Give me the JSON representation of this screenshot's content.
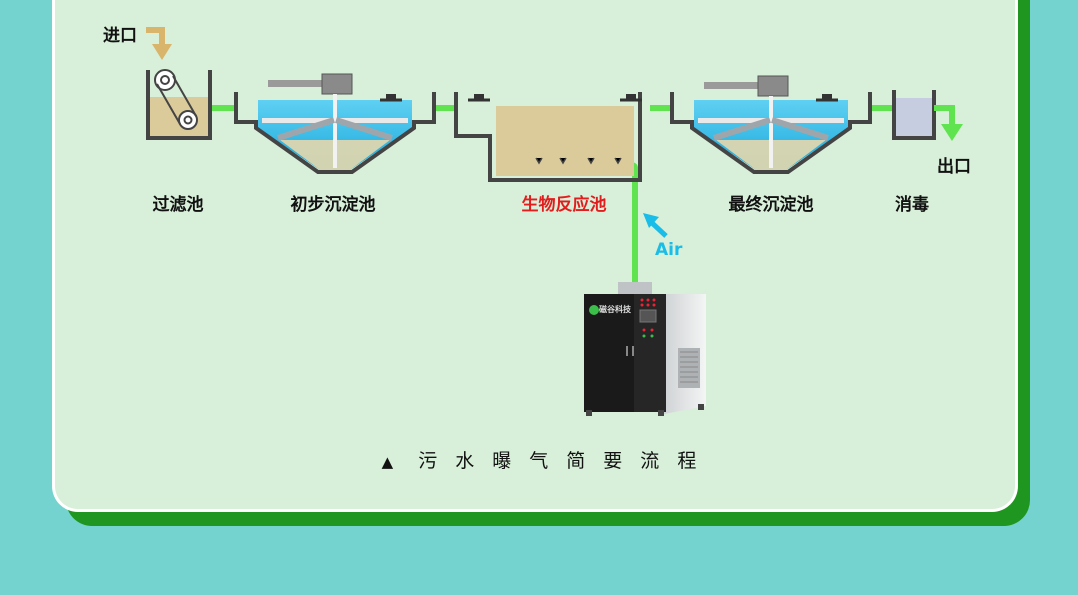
{
  "labels": {
    "inlet": "进口",
    "outlet": "出口",
    "filter_tank": "过滤池",
    "primary_sedimentation": "初步沉淀池",
    "bio_reactor": "生物反应池",
    "final_sedimentation": "最终沉淀池",
    "disinfection": "消毒",
    "air": "Air"
  },
  "caption": [
    "▲",
    "污",
    "水",
    "曝",
    "气",
    "简",
    "要",
    "流",
    "程"
  ],
  "machine_brand": "磁谷科技",
  "colors": {
    "background": "#74d3cf",
    "card": "#d8efd9",
    "card_shadow": "#1f961f",
    "pipe_green": "#5fe34f",
    "water_blue": "#2bbde8",
    "sludge": "#dccb9a",
    "highlight_red": "#e31d1d",
    "air_blue": "#19bde8",
    "arrow_tan": "#d8b56a"
  }
}
